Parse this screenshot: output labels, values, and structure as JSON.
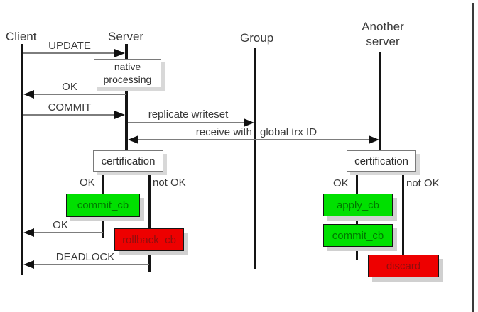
{
  "actors": {
    "client": "Client",
    "server": "Server",
    "group": "Group",
    "another_line1": "Another",
    "another_line2": "server"
  },
  "messages": {
    "update": "UPDATE",
    "ok_native": "OK",
    "commit": "COMMIT",
    "replicate_writeset": "replicate writeset",
    "receive_with": "receive with",
    "global_trx_id": "global trx ID",
    "ok_commit": "OK",
    "deadlock": "DEADLOCK"
  },
  "process_boxes": {
    "native_line1": "native",
    "native_line2": "processing",
    "certification_server": "certification",
    "certification_another": "certification"
  },
  "callbacks": {
    "commit_cb_server": "commit_cb",
    "rollback_cb": "rollback_cb",
    "apply_cb": "apply_cb",
    "commit_cb_another": "commit_cb",
    "discard": "discard"
  },
  "branch_labels": {
    "server_ok": "OK",
    "server_not_ok": "not OK",
    "another_ok": "OK",
    "another_not_ok": "not OK"
  },
  "colors": {
    "success_fill": "#00e000",
    "success_text": "#007700",
    "failure_fill": "#ee0000",
    "failure_text": "#8f0e0e",
    "lifeline": "#141414",
    "arrow_line": "#7d7d7d",
    "arrowhead": "#111111",
    "label_text": "#3a3a3a",
    "box_border": "#7a7a7a",
    "box_shadow": "#d8d8d8"
  }
}
